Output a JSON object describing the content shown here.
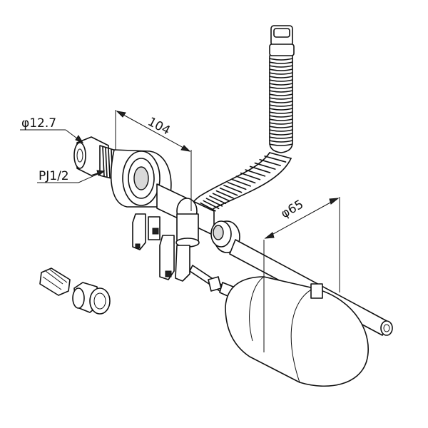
{
  "labels": {
    "diameter_inlet": "φ12.7",
    "thread": "PJ1/2",
    "length": "104",
    "float_diameter": "φ65"
  },
  "colors": {
    "line": "#111111",
    "background": "#ffffff",
    "shade": "#d9d9d9"
  }
}
